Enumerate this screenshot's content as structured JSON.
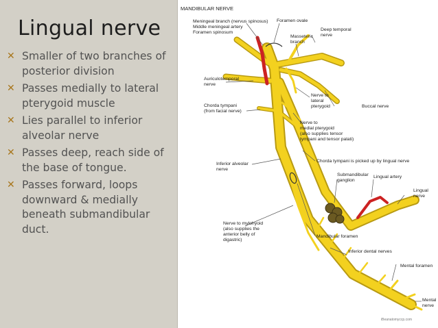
{
  "slide": {
    "title": "Lingual nerve",
    "bullet_marker": "x-mark-icon",
    "bullets": [
      "Smaller of two branches of posterior division",
      "Passes medially to lateral pterygoid muscle",
      "Lies parallel to inferior alveolar nerve",
      "Passes deep, reach side of the base of tongue.",
      "Passes forward,  loops downward & medially beneath submandibular duct."
    ]
  },
  "colors": {
    "left_panel_bg": "#d3d0c7",
    "bullet_marker": "#a8761c",
    "nerve": "#f3d11f",
    "nerve_outline": "#b89a12",
    "artery": "#cc2222",
    "ganglion": "#6b5a22"
  },
  "diagram": {
    "title": "MANDIBULAR NERVE",
    "labels": {
      "meningeal": [
        "Meningeal branch (nervus spinosus)",
        "Middle meningeal artery",
        "Foramen spinosum"
      ],
      "foramen_ovale": "Foramen ovale",
      "masseteric": [
        "Masseteric",
        "branch"
      ],
      "deep_temporal": [
        "Deep temporal",
        "nerve"
      ],
      "auriculotemporal": [
        "Auriculotemporal",
        "nerve"
      ],
      "nerve_lateral_pterygoid": [
        "Nerve to",
        "lateral",
        "pterygoid"
      ],
      "buccal": "Buccal nerve",
      "chorda_tympani": [
        "Chorda tympani",
        "(from facial nerve)"
      ],
      "medial_pterygoid": [
        "Nerve to",
        "medial pterygoid",
        "(also supplies tensor",
        "tympani and tensor palati)"
      ],
      "chorda_picked_up": "Chorda tympani is picked up by lingual nerve",
      "inferior_alveolar": [
        "Inferior alveolar",
        "nerve"
      ],
      "submandibular_ganglion": [
        "Submandibular",
        "ganglion"
      ],
      "lingual_artery": "Lingual artery",
      "lingual_nerve": [
        "Lingual",
        "nerve"
      ],
      "mylohyoid": [
        "Nerve to mylohyoid",
        "(also supplies the",
        "anterior belly of",
        "digastric)"
      ],
      "mandibular_foramen": "Mandibular foramen",
      "inferior_dental": "Inferior dental nerves",
      "mental_foramen": "Mental foramen",
      "mental_nerve": [
        "Mental",
        "nerve"
      ],
      "watermark": "iBeanatomyccp.com"
    }
  }
}
